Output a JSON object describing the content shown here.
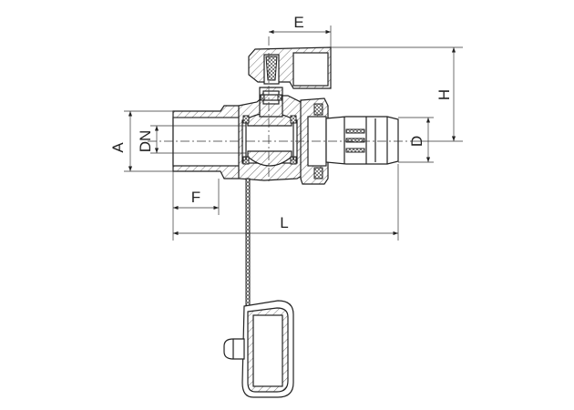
{
  "drawing": {
    "dimensions": {
      "A": "A",
      "DN": "DN",
      "E": "E",
      "F": "F",
      "L": "L",
      "H": "H",
      "D": "D"
    }
  }
}
